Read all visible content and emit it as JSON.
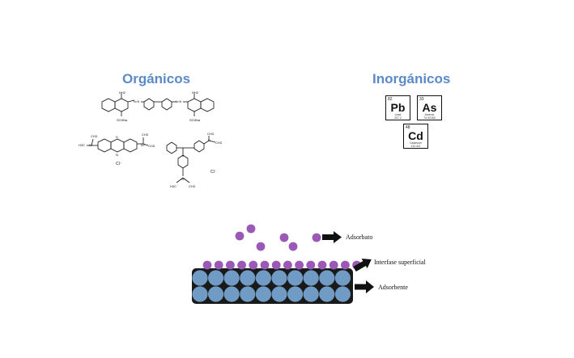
{
  "headings": {
    "organicos": "Orgánicos",
    "inorganicos": "Inorgánicos"
  },
  "molecules": {
    "congo_red": {
      "amine_top": "NH2",
      "sulfonate_bottom": "SO3Na",
      "azo": "N=N"
    },
    "methylene_blue": {
      "ch3": "CH3",
      "h3c": "H3C",
      "n": "N",
      "s": "S",
      "n_plus": "N+",
      "chloride": "Cl⁻"
    },
    "crystal_violet": {
      "ch3": "CH3",
      "h3c": "H3C",
      "n": "N",
      "n_plus": "N+",
      "chloride": "Cl⁻"
    }
  },
  "elements": [
    {
      "number": "82",
      "symbol": "Pb",
      "name": "Lead",
      "mass": "207.2"
    },
    {
      "number": "33",
      "symbol": "As",
      "name": "Arsenic",
      "mass": "74.92160"
    },
    {
      "number": "48",
      "symbol": "Cd",
      "name": "Cadmium",
      "mass": "112.411"
    }
  ],
  "adsorption": {
    "labels": {
      "adsorbato": "Adsorbato",
      "interfase": "Interfase superficial",
      "adsorbente": "Adsorbente"
    },
    "colors": {
      "adsorbate": "#9b59b6",
      "adsorbent": "#6f9bc4",
      "substrate": "#1a1a1a"
    }
  }
}
